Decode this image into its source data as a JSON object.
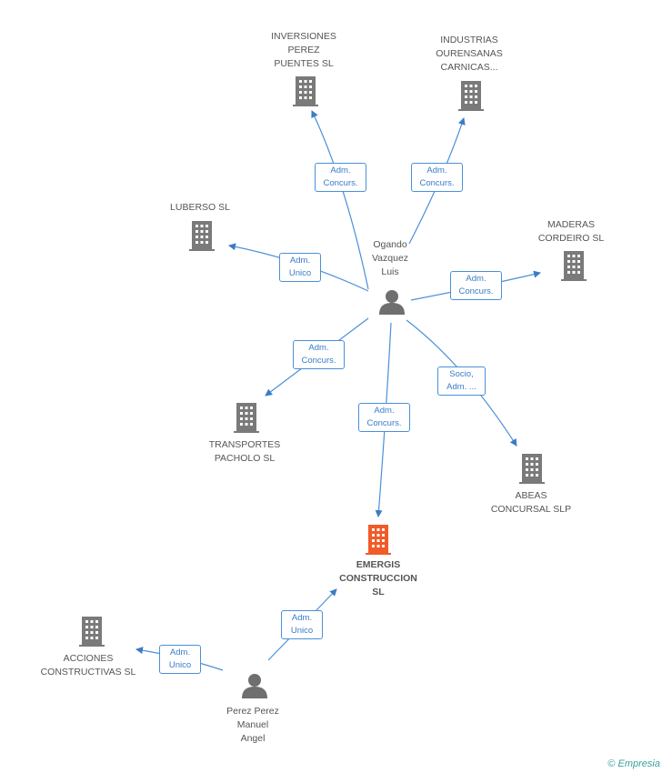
{
  "colors": {
    "edge": "#4a90d9",
    "company": "#7a7a7a",
    "main_company": "#f15a29",
    "person": "#6f6f6f"
  },
  "nodes": {
    "inversiones": "INVERSIONES\nPEREZ\nPUENTES SL",
    "industrias": "INDUSTRIAS\nOURENSANAS\nCARNICAS...",
    "luberso": "LUBERSO SL",
    "maderas": "MADERAS\nCORDEIRO  SL",
    "transportes": "TRANSPORTES\nPACHOLO SL",
    "abeas": "ABEAS\nCONCURSAL  SLP",
    "emergis": "EMERGIS\nCONSTRUCCION\nSL",
    "acciones": "ACCIONES\nCONSTRUCTIVAS SL",
    "ogando": "Ogando\nVazquez\nLuis",
    "perez": "Perez Perez\nManuel\nAngel"
  },
  "edges": {
    "e1": "Adm.\nConcurs.",
    "e2": "Adm.\nConcurs.",
    "e3": "Adm.\nUnico",
    "e4": "Adm.\nConcurs.",
    "e5": "Adm.\nConcurs.",
    "e6": "Adm.\nConcurs.",
    "e7": "Socio,\nAdm. ...",
    "e8": "Adm.\nUnico",
    "e9": "Adm.\nUnico"
  },
  "footer": {
    "copyright": "©",
    "brand": "Empresia"
  }
}
